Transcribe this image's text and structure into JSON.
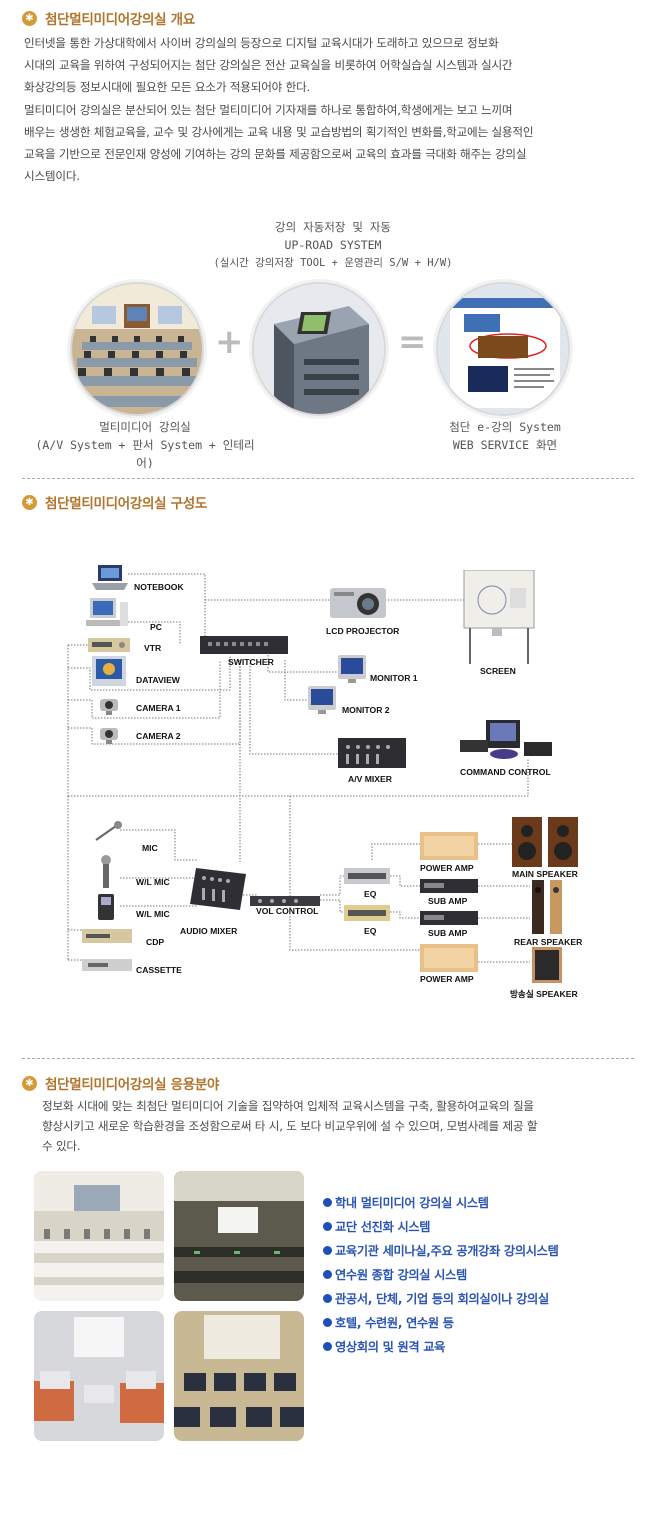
{
  "overview": {
    "title": "첨단멀티미디어강의실 개요",
    "lines": [
      "인터넷을 통한 가상대학에서 사이버 강의실의 등장으로 디지털 교육시대가 도래하고 있으므로 정보화",
      "시대의 교육을 위하여 구성되어지는 첨단 강의실은 전산 교육실을 비롯하여 어학실습실 시스템과 실시간",
      "화상강의등 정보시대에 필요한 모든 요소가 적용되어야 한다.",
      "멀티미디어 강의실은 분산되어 있는 첨단 멀티미디어 기자재를 하나로 통합하여,학생에게는 보고 느끼며",
      "배우는 생생한 체험교육을, 교수 및 강사에게는 교육 내용 및 교습방법의 획기적인 변화를,학교에는 실용적인",
      "교육을 기반으로 전문인재 양성에 기여하는 강의 문화를 제공함으로써 교육의 효과를 극대화 해주는 강의실",
      "시스템이다."
    ],
    "formula": {
      "top_lines": [
        "강의 자동저장 및 자동",
        "UP-ROAD SYSTEM",
        "(실시간 강의저장 TOOL + 운영관리 S/W + H/W)"
      ],
      "left_lines": [
        "멀티미디어 강의실",
        "(A/V System + 판서 System + 인테리어)"
      ],
      "right_lines": [
        "첨단 e-강의 System",
        "WEB SERVICE 화면"
      ],
      "plus": "+",
      "equals": "="
    }
  },
  "diagram": {
    "title": "첨단멀티미디어강의실 구성도",
    "labels": {
      "notebook": "NOTEBOOK",
      "pc": "PC",
      "vtr": "VTR",
      "dataview": "DATAVIEW",
      "camera1": "CAMERA 1",
      "camera2": "CAMERA 2",
      "switcher": "SWITCHER",
      "lcd_projector": "LCD PROJECTOR",
      "screen": "SCREEN",
      "monitor1": "MONITOR 1",
      "monitor2": "MONITOR 2",
      "av_mixer": "A/V MIXER",
      "command_control": "COMMAND CONTROL",
      "mic": "MIC",
      "wl_mic1": "W/L MIC",
      "wl_mic2": "W/L MIC",
      "audio_mixer": "AUDIO MIXER",
      "cdp": "CDP",
      "cassette": "CASSETTE",
      "vol_control": "VOL CONTROL",
      "eq1": "EQ",
      "eq2": "EQ",
      "power_amp1": "POWER AMP",
      "sub_amp1": "SUB AMP",
      "sub_amp2": "SUB AMP",
      "power_amp2": "POWER AMP",
      "main_speaker": "MAIN SPEAKER",
      "rear_speaker": "REAR SPEAKER",
      "broadcast_speaker": "방송실 SPEAKER"
    }
  },
  "applications": {
    "title": "첨단멀티미디어강의실 응용분야",
    "lines": [
      "정보화 시대에 맞는 최첨단 멀티미디어 기술을 집약하여 입체적 교육시스템을 구축, 활용하여교육의 질을",
      "향상시키고 새로운 학습환경을 조성함으로써 타 시, 도 보다 비교우위에 설 수 있으며, 모범사례를 제공 할",
      "수 있다."
    ],
    "items": [
      "학내 멀티미디어 강의실 시스템",
      "교단 선진화 시스템",
      "교육기관 세미나실,주요 공개강좌 강의시스템",
      "연수원 종합 강의실 시스템",
      "관공서, 단체, 기업 등의 회의실이나 강의실",
      "호텔, 수련원, 연수원 등",
      "영상회의 및 원격 교육"
    ]
  }
}
